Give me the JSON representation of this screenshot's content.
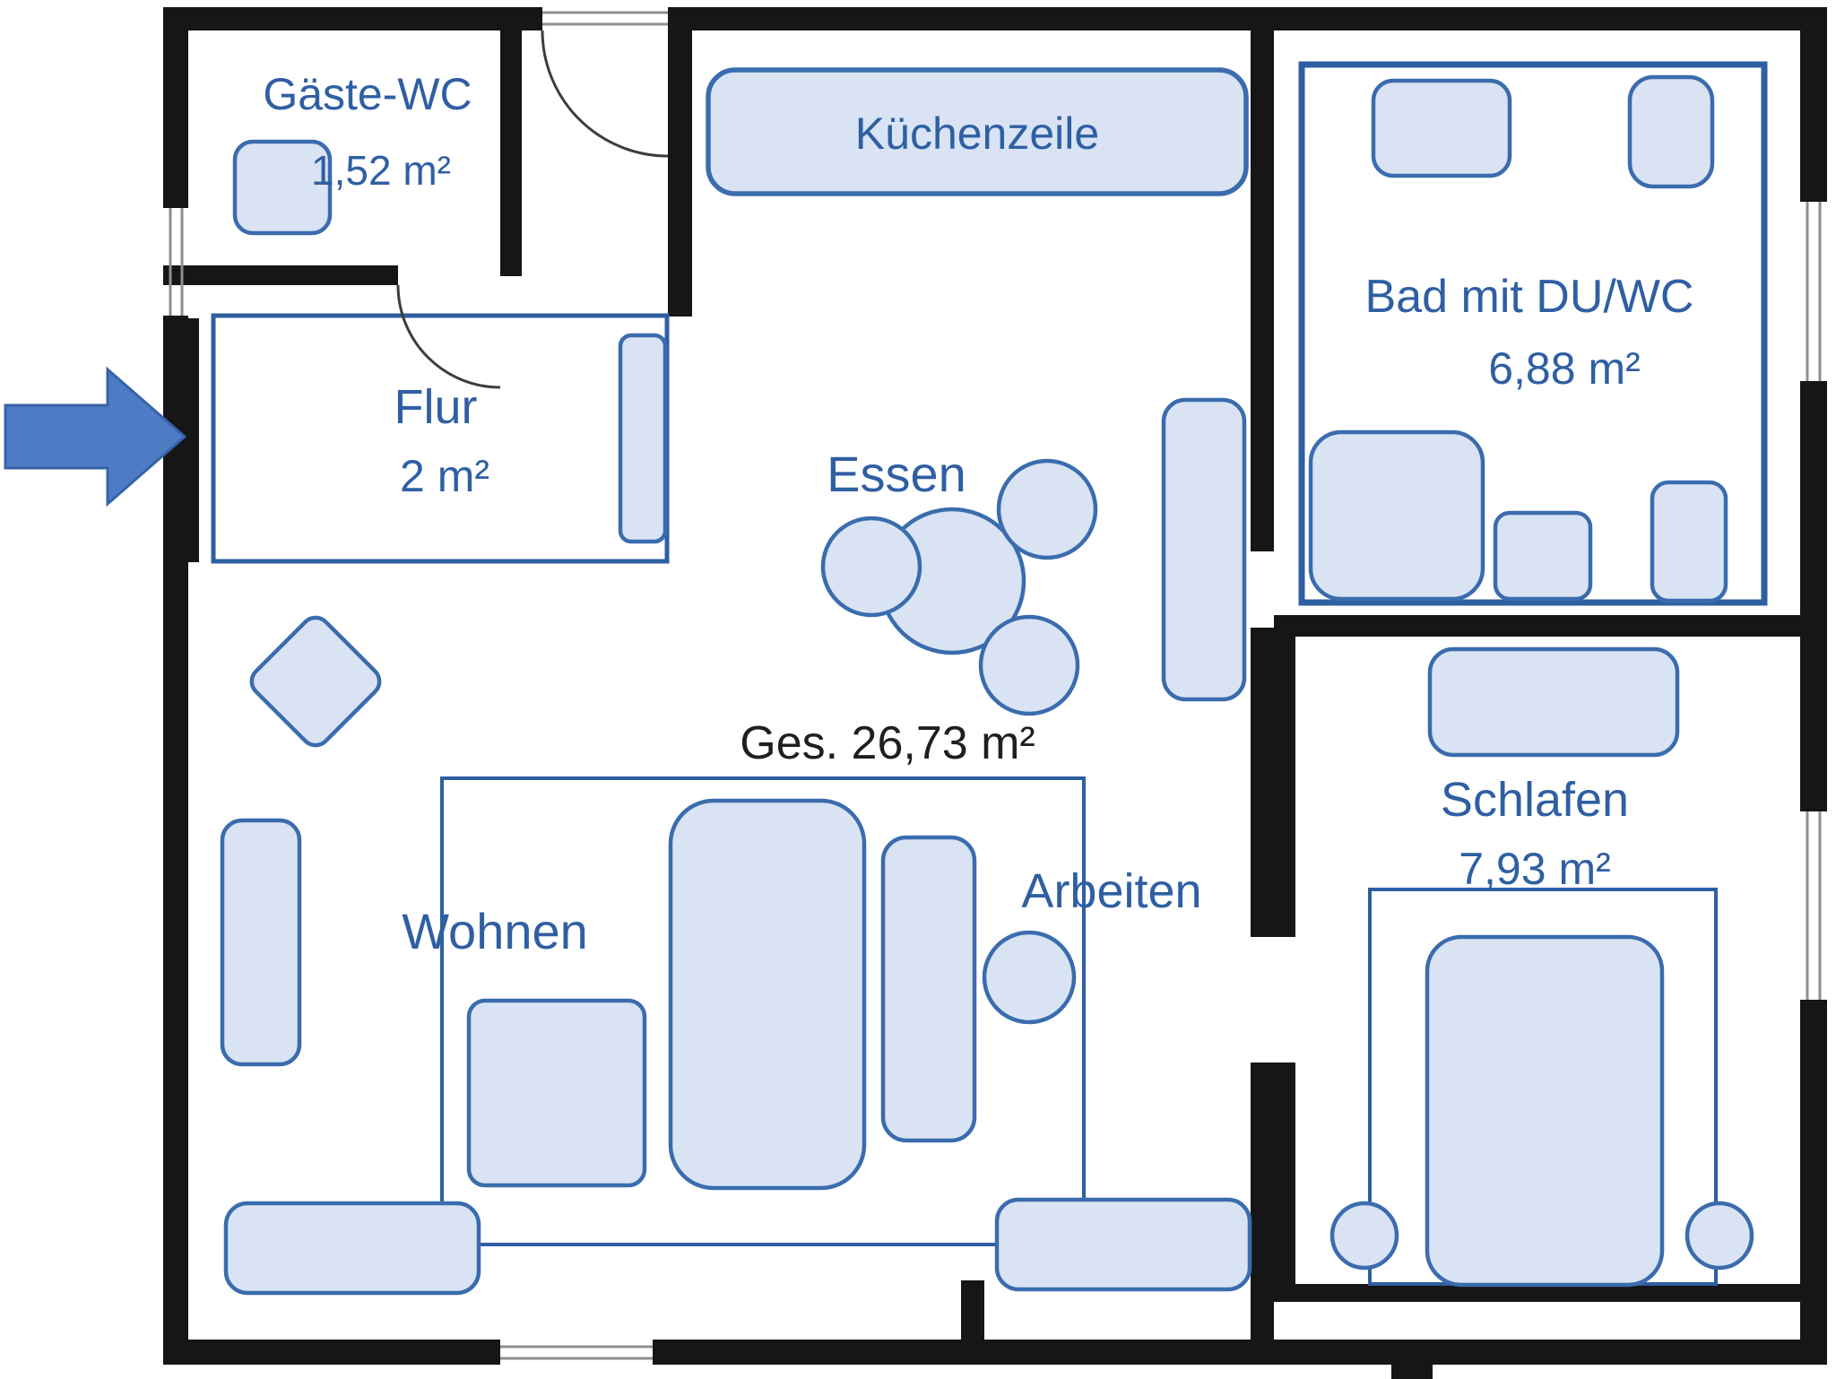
{
  "palette": {
    "wall": "#161616",
    "label_blue": "#2f5fa3",
    "furniture_fill": "#d9e3f3",
    "furniture_stroke": "#3a6cae",
    "arrow_fill": "#4e7bc4",
    "total_text": "#1f1f1f"
  },
  "rooms": {
    "gaeste_wc": {
      "name": "Gäste-WC",
      "area": "1,52 m²"
    },
    "flur": {
      "name": "Flur",
      "area": "2 m²"
    },
    "kueche": {
      "label": "Küchenzeile"
    },
    "bad": {
      "name": "Bad mit DU/WC",
      "area": "6,88 m²"
    },
    "schlafen": {
      "name": "Schlafen",
      "area": "7,93 m²"
    },
    "wohnbereich": {
      "essen_label": "Essen",
      "total_label": "Ges. 26,73 m²",
      "wohnen_label": "Wohnen",
      "arbeiten_label": "Arbeiten"
    }
  },
  "icons": {
    "entrance_arrow": "right-arrow"
  }
}
